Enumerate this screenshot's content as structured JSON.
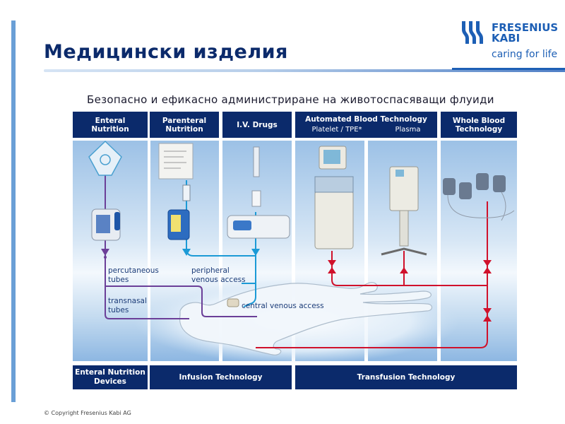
{
  "title": "Медицински изделия",
  "subtitle": "Безопасно и ефикасно администриране на животоспасяващи флуиди",
  "logo": {
    "name_line1": "FRESENIUS",
    "name_line2": "KABI",
    "tagline": "caring for life",
    "brand_color": "#1d5fb5"
  },
  "colors": {
    "header_bg": "#0b2a6b",
    "enteral_line": "#6b3f98",
    "infusion_line": "#1b9ad6",
    "transfusion_line": "#d0112b"
  },
  "top_headers": [
    {
      "label_line1": "Enteral",
      "label_line2": "Nutrition"
    },
    {
      "label_line1": "Parenteral",
      "label_line2": "Nutrition"
    },
    {
      "label_line1": "I.V. Drugs"
    },
    {
      "label_line1": "Automated Blood Technology",
      "sub": [
        "Platelet / TPE*",
        "Plasma"
      ]
    },
    {
      "label_line1": "Whole Blood",
      "label_line2": "Technology"
    }
  ],
  "bottom_headers": [
    {
      "label_line1": "Enteral Nutrition",
      "label_line2": "Devices"
    },
    {
      "label_line1": "Infusion Technology"
    },
    {
      "label_line1": "Transfusion Technology"
    }
  ],
  "route_labels": {
    "percutaneous": [
      "percutaneous",
      "tubes"
    ],
    "transnasal": [
      "transnasal",
      "tubes"
    ],
    "peripheral": [
      "peripheral",
      "venous access"
    ],
    "central": "central venous access"
  },
  "devices": [
    {
      "icon": "enteral-feeding-bag-icon"
    },
    {
      "icon": "enteral-pump-icon"
    },
    {
      "icon": "parenteral-nutrition-bag-icon"
    },
    {
      "icon": "infusion-pump-icon"
    },
    {
      "icon": "syringe-icon"
    },
    {
      "icon": "syringe-pump-icon"
    },
    {
      "icon": "apheresis-machine-icon"
    },
    {
      "icon": "plasma-machine-icon"
    },
    {
      "icon": "blood-bag-set-icon"
    },
    {
      "icon": "patient-silhouette-icon"
    }
  ],
  "copyright": "© Copyright Fresenius Kabi AG"
}
